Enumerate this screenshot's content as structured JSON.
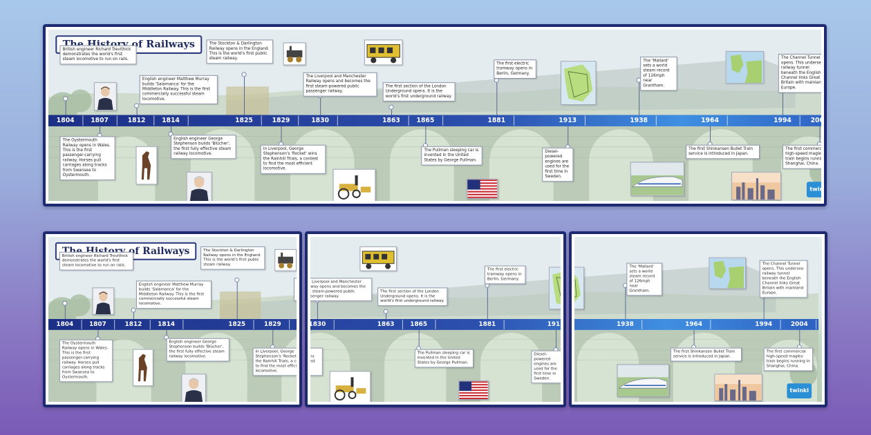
{
  "title": "The History of Railways",
  "brand": "twinkl",
  "colors": {
    "frame": "#1d2a72",
    "timeline_start": "#1c2f86",
    "timeline_end": "#3f8fe2",
    "logo": "#2b8fd6"
  },
  "years": [
    "1804",
    "1807",
    "1812",
    "1814",
    "1825",
    "1829",
    "1830",
    "1863",
    "1865",
    "1881",
    "1913",
    "1938",
    "1964",
    "1994",
    "2004"
  ],
  "events": {
    "e1804": "British engineer Richard Trevithick demonstrates the world's first steam locomotive to run on rails.",
    "e1807": "The Oystermouth Railway opens in Wales. This is the first passenger-carrying railway. Horses pull carriages along tracks from Swansea to Oystermouth.",
    "e1812": "English engineer Matthew Murray builds 'Salamanca' for the Middleton Railway. This is the first commercially successful steam locomotive.",
    "e1814": "English engineer George Stephenson builds 'Blücher', the first fully effective steam railway locomotive.",
    "e1825": "The Stockton & Darlington Railway opens in the England. This is the world's first public steam railway.",
    "e1829": "In Liverpool, George Stephenson's 'Rocket' wins the Rainhill Trials, a contest to find the most efficient locomotive.",
    "e1830": "The Liverpool and Manchester Railway opens and becomes the first steam-powered public passenger railway.",
    "e1863": "The first section of the London Underground opens. It is the world's first underground railway.",
    "e1865": "The Pullman sleeping car is invented in the United States by George Pullman.",
    "e1881": "The first electric tramway opens in Berlin, Germany.",
    "e1913": "Diesel-powered engines are used for the first time in Sweden.",
    "e1938": "The 'Mallard' sets a world steam record of 126mph near Grantham.",
    "e1964": "The first Shinkansen Bullet Train service is introduced in Japan.",
    "e1994": "The Channel Tunnel opens. This undersea railway tunnel beneath the English Channel links Great Britain with mainland Europe.",
    "e2004": "The first commercial high-speed maglev train begins running in Shanghai, China."
  },
  "icons": {
    "trevithick": "portrait-icon",
    "horse": "horse-icon",
    "stephenson": "portrait-icon",
    "rocket": "rocket-locomotive-icon",
    "flag": "usa-flag-icon",
    "salamanca": "steam-engine-icon",
    "carriage": "carriage-icon",
    "berlin": "map-icon",
    "europe": "map-icon",
    "bullet": "bullet-train-icon",
    "shanghai": "skyline-icon"
  }
}
